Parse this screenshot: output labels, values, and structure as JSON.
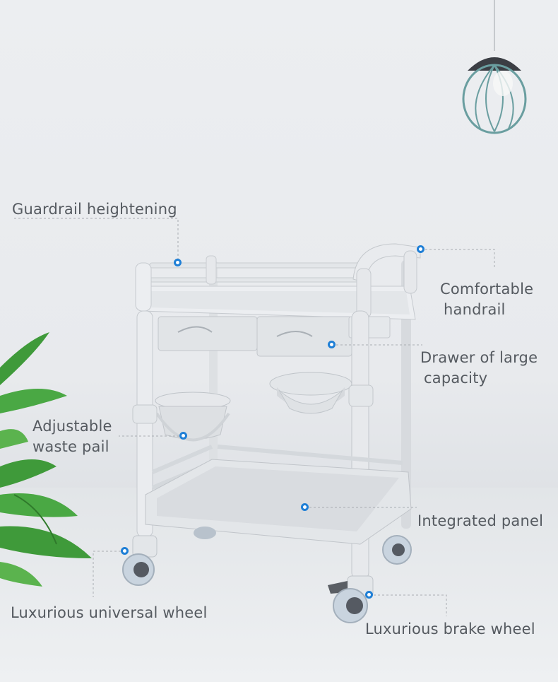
{
  "labels": {
    "guardrail": "Guardrail heightening",
    "handrail_1": "Comfortable",
    "handrail_2": "handrail",
    "drawer_1": "Drawer of large",
    "drawer_2": "capacity",
    "pail_1": "Adjustable",
    "pail_2": "waste pail",
    "panel": "Integrated panel",
    "universal_wheel": "Luxurious universal wheel",
    "brake_wheel": "Luxurious brake wheel"
  },
  "colors": {
    "text": "#555a60",
    "accent": "#1f7fd6",
    "cart": "#e9ebee",
    "leaf": "#3f9a3a"
  }
}
